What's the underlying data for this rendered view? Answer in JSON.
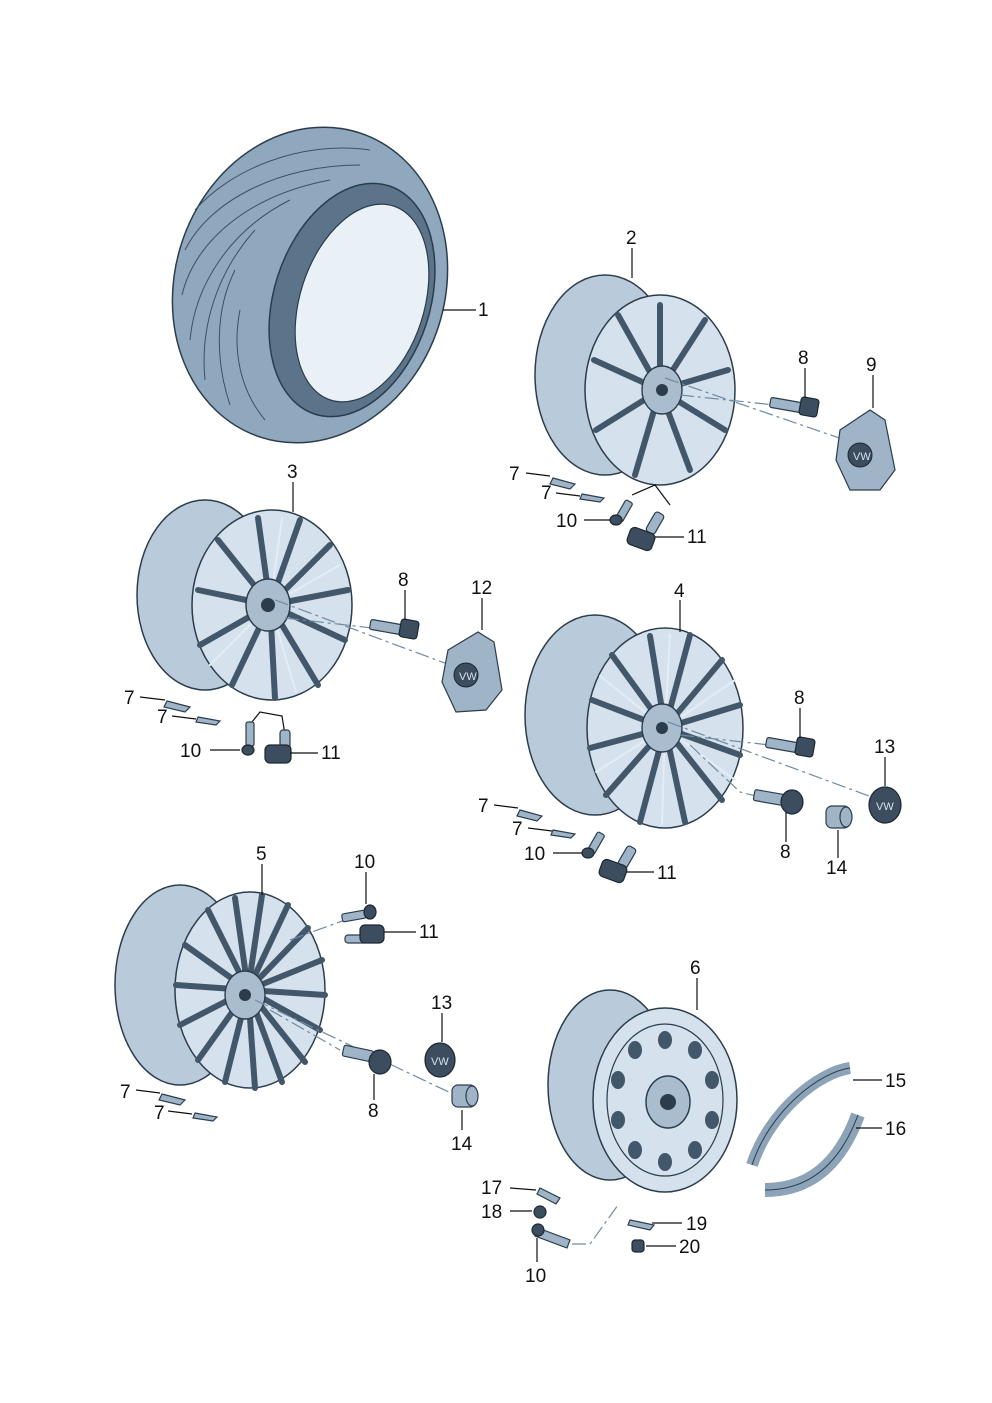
{
  "callouts": {
    "c1": "1",
    "c2": "2",
    "c3": "3",
    "c4": "4",
    "c5": "5",
    "c6": "6",
    "c7a": "7",
    "c7b": "7",
    "c7c": "7",
    "c7d": "7",
    "c7e": "7",
    "c7f": "7",
    "c7g": "7",
    "c7h": "7",
    "c8a": "8",
    "c8b": "8",
    "c8c": "8",
    "c8d": "8",
    "c8e": "8",
    "c9": "9",
    "c10a": "10",
    "c10b": "10",
    "c10c": "10",
    "c10d": "10",
    "c10e": "10",
    "c11a": "11",
    "c11b": "11",
    "c11c": "11",
    "c11d": "11",
    "c12": "12",
    "c13a": "13",
    "c13b": "13",
    "c14a": "14",
    "c14b": "14",
    "c15": "15",
    "c16": "16",
    "c17": "17",
    "c18": "18",
    "c19": "19",
    "c20": "20"
  },
  "colors": {
    "part_fill": "#b9cbdb",
    "outline": "#2b3d4d",
    "centerline": "#6f8aa2"
  }
}
